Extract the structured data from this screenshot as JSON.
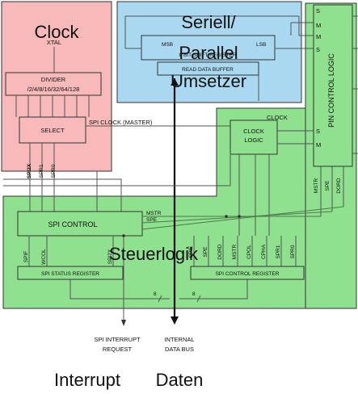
{
  "regions": {
    "clock": {
      "label": "Clock",
      "color": "#f7b9b9"
    },
    "serial": {
      "label_line1": "Seriell/",
      "label_line2": "Parallel",
      "label_line3": "Umsetzer",
      "color": "#a9d8f0"
    },
    "control": {
      "label": "Steuerlogik",
      "color": "#8fe08f"
    }
  },
  "clock_block": {
    "xtal": "XTAL",
    "divider_title": "DIVIDER",
    "divider_ratios": "/2/4/8/16/32/64/128",
    "select": "SELECT",
    "pin_labels": [
      "SPI2X",
      "SPR1",
      "SPR0"
    ]
  },
  "serial_block": {
    "msb": "MSB",
    "lsb": "LSB",
    "shift_register": "8 BIT SHIFT REGISTER",
    "read_buffer": "READ DATA BUFFER"
  },
  "spi_clock_master": "SPI CLOCK (MASTER)",
  "clock_logic": {
    "label": "CLOCK",
    "line1": "CLOCK",
    "line2": "LOGIC",
    "s": "S",
    "m": "M"
  },
  "pin_control": {
    "title": "PIN CONTROL LOGIC",
    "s_m_top": [
      "S",
      "M",
      "M",
      "S"
    ],
    "bottom_labels": [
      "MSTR",
      "SPE",
      "DORD"
    ]
  },
  "spi_control": {
    "title": "SPI CONTROL",
    "mstr": "MSTR",
    "spe": "SPE",
    "left_bits": [
      "SPIF",
      "WCOL",
      "SPI2X"
    ],
    "right_bits": [
      "SPIE",
      "SPE",
      "DORD",
      "MSTR",
      "CPOL",
      "CPHA",
      "SPR1",
      "SPR0"
    ],
    "status_register": "SPI STATUS REGISTER",
    "control_register": "SPI CONTROL REGISTER",
    "bus_width_1": "8",
    "bus_width_2": "8"
  },
  "outputs": {
    "interrupt_line1": "SPI INTERRUPT",
    "interrupt_line2": "REQUEST",
    "bus_line1": "INTERNAL",
    "bus_line2": "DATA BUS",
    "caption_left": "Interrupt",
    "caption_right": "Daten"
  }
}
